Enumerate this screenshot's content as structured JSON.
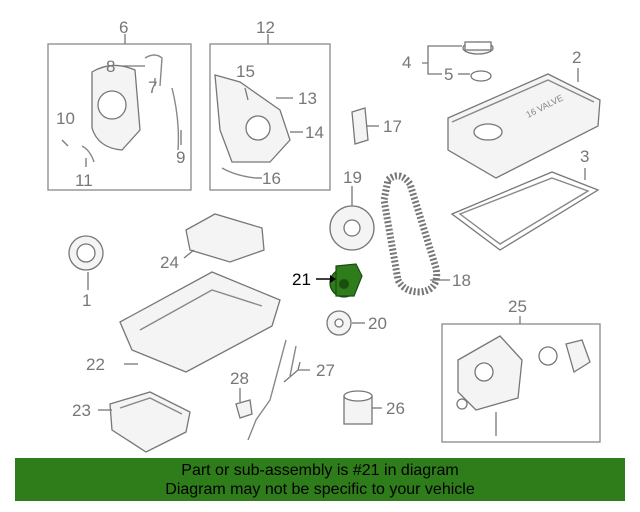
{
  "diagram": {
    "callouts": {
      "c1": "1",
      "c2": "2",
      "c3": "3",
      "c4": "4",
      "c5": "5",
      "c6": "6",
      "c7": "7",
      "c8": "8",
      "c9": "9",
      "c10": "10",
      "c11": "11",
      "c12": "12",
      "c13": "13",
      "c14": "14",
      "c15": "15",
      "c16": "16",
      "c17": "17",
      "c18": "18",
      "c19": "19",
      "c20": "20",
      "c21": "21",
      "c22": "22",
      "c23": "23",
      "c24": "24",
      "c25": "25",
      "c26": "26",
      "c27": "27",
      "c28": "28"
    },
    "highlight_part": "21",
    "highlight_color": "#2e7d1a",
    "cover_embossed_text": "16 VALVE"
  },
  "banner": {
    "line1": "Part or sub-assembly is #21 in diagram",
    "line2": "Diagram may not be specific to your vehicle",
    "background": "#2e7d1a"
  }
}
